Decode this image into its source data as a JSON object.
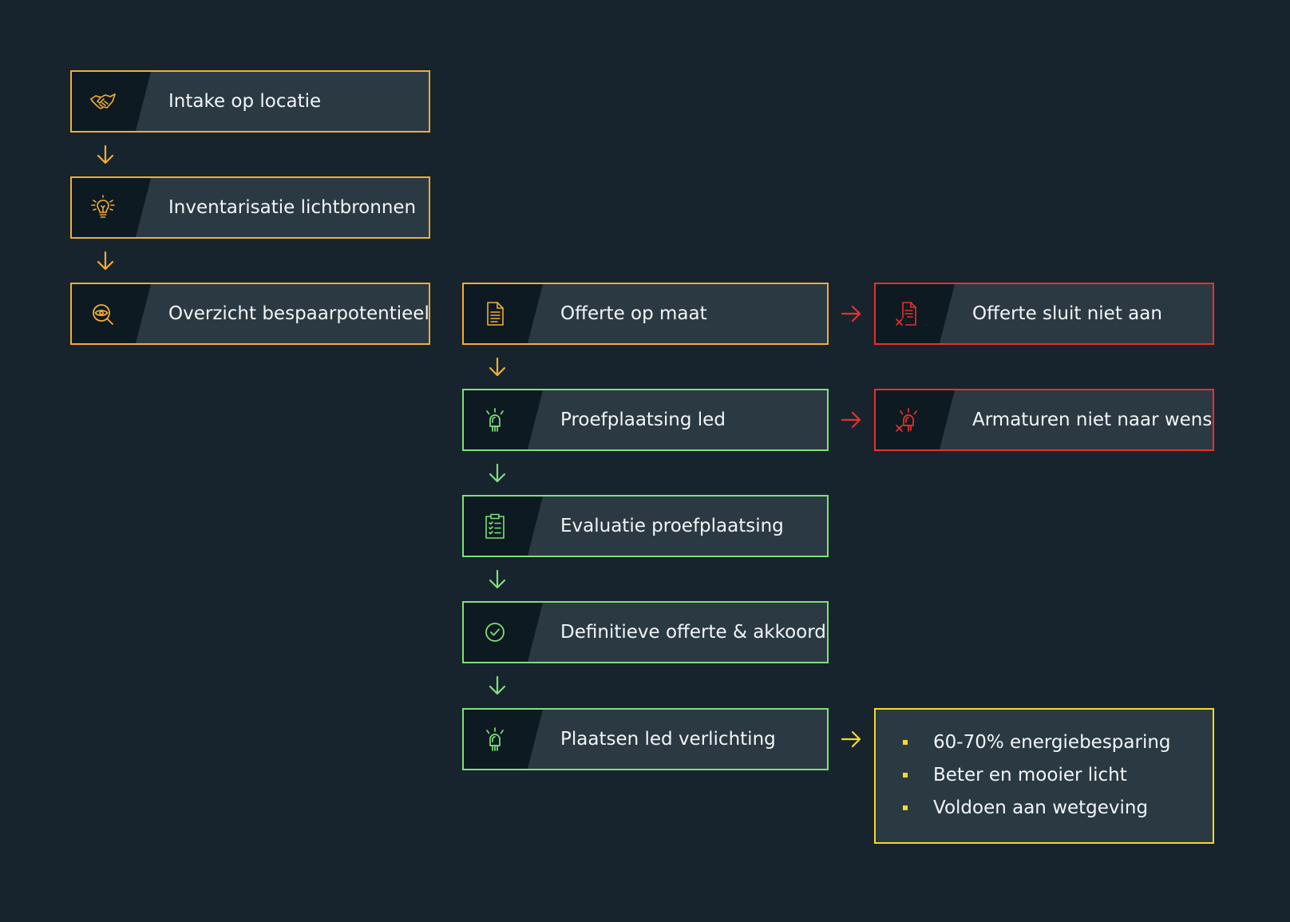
{
  "steps": [
    {
      "id": "intake",
      "label": "Intake op locatie",
      "icon": "handshake-icon",
      "color": "#f2ad35"
    },
    {
      "id": "inventarisatie",
      "label": "Inventarisatie lichtbronnen",
      "icon": "lightbulb-icon",
      "color": "#f2ad35"
    },
    {
      "id": "overzicht",
      "label": "Overzicht bespaarpotentieel",
      "icon": "eye-magnifier-icon",
      "color": "#f2ad35"
    },
    {
      "id": "offerte",
      "label": "Offerte op maat",
      "icon": "document-icon",
      "color": "#f2ad35"
    },
    {
      "id": "offerte-niet",
      "label": "Offerte sluit niet aan",
      "icon": "document-rejected-icon",
      "color": "#e8302f"
    },
    {
      "id": "proefplaatsing",
      "label": "Proefplaatsing led",
      "icon": "led-lamp-icon",
      "color": "#7fe07a"
    },
    {
      "id": "armaturen-niet",
      "label": "Armaturen niet naar wens",
      "icon": "led-lamp-rejected-icon",
      "color": "#e8302f"
    },
    {
      "id": "evaluatie",
      "label": "Evaluatie proefplaatsing",
      "icon": "clipboard-checklist-icon",
      "color": "#7fe07a"
    },
    {
      "id": "definitief",
      "label": "Definitieve offerte & akkoord",
      "icon": "check-circle-icon",
      "color": "#7fe07a"
    },
    {
      "id": "plaatsen",
      "label": "Plaatsen led verlichting",
      "icon": "led-lamp-icon",
      "color": "#7fe07a"
    }
  ],
  "result": {
    "items": [
      "60-70% energiebesparing",
      "Beter en mooier licht",
      "Voldoen aan wetgeving"
    ],
    "color": "#f4d92b"
  },
  "colors": {
    "background": "#17242d",
    "box": "#2b3943",
    "icon_cell": "#0e1a21",
    "orange": "#f2ad35",
    "green": "#7fe07a",
    "red": "#e8302f",
    "yellow": "#f4d92b"
  }
}
